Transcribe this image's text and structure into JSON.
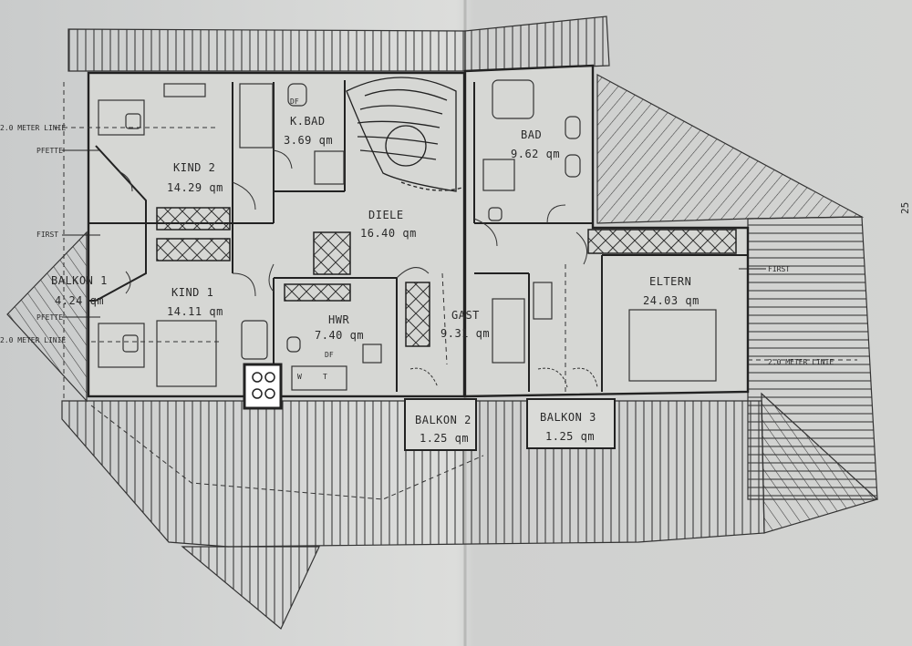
{
  "plan": {
    "rooms": [
      {
        "key": "kind2",
        "name": "KIND 2",
        "area": "14.29 qm"
      },
      {
        "key": "kbad",
        "name": "K.BAD",
        "area": "3.69 qm"
      },
      {
        "key": "kind1",
        "name": "KIND 1",
        "area": "14.11 qm"
      },
      {
        "key": "balkon1",
        "name": "BALKON 1",
        "area": "4.24 qm"
      },
      {
        "key": "diele",
        "name": "DIELE",
        "area": "16.40 qm"
      },
      {
        "key": "hwr",
        "name": "HWR",
        "area": "7.40 qm"
      },
      {
        "key": "gast",
        "name": "GAST",
        "area": "9.31 qm"
      },
      {
        "key": "bad",
        "name": "BAD",
        "area": "9.62 qm"
      },
      {
        "key": "eltern",
        "name": "ELTERN",
        "area": "24.03 qm"
      },
      {
        "key": "balkon2",
        "name": "BALKON 2",
        "area": "1.25 qm"
      },
      {
        "key": "balkon3",
        "name": "BALKON 3",
        "area": "1.25 qm"
      }
    ],
    "annotations": {
      "meter_line": "2.0 METER LINIE",
      "pfette": "PFETTE",
      "first": "FIRST",
      "df": "DF",
      "w": "W",
      "t": "T",
      "sheet_no": "25"
    }
  }
}
